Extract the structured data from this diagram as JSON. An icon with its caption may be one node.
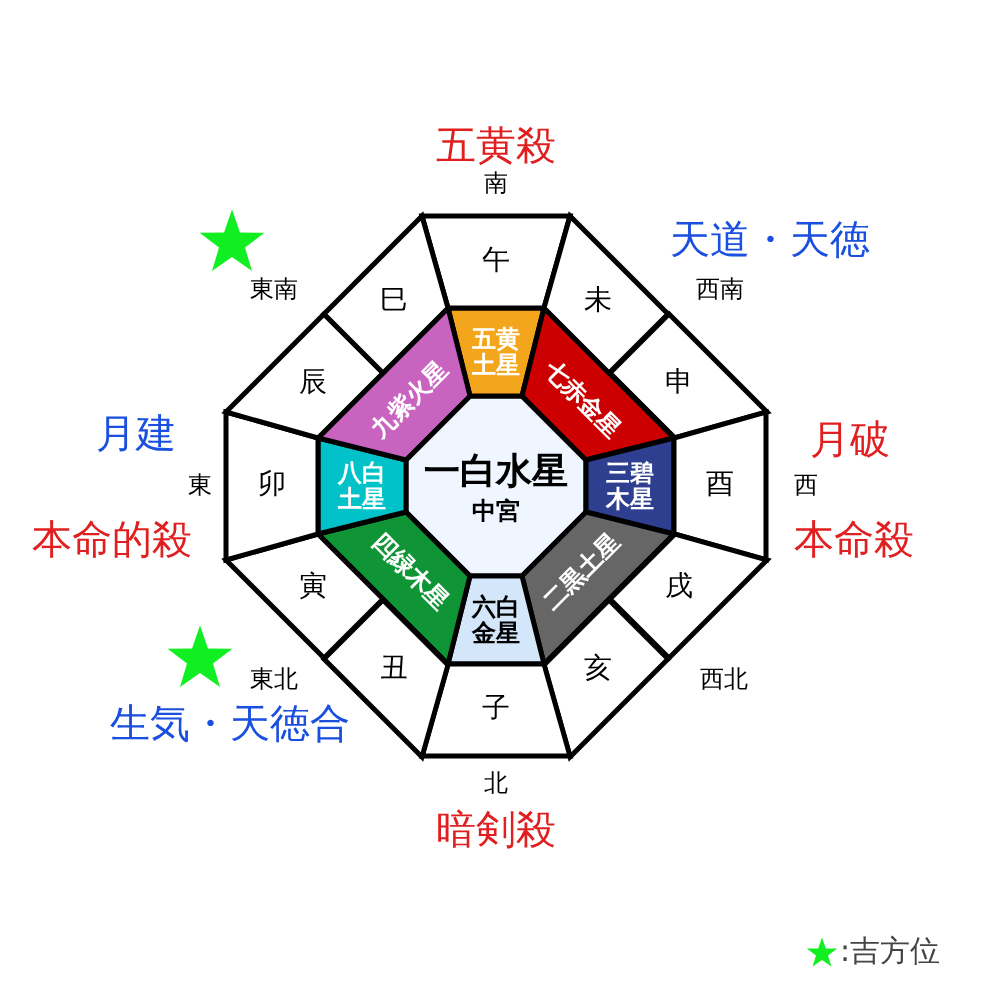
{
  "diagram": {
    "nodes": [
      {
        "text": [
          "一白水星",
          "中宮"
        ]
      },
      {
        "text": [
          "五黄土星"
        ]
      },
      {
        "text": [
          "七赤金星"
        ]
      },
      {
        "text": [
          "三碧木星"
        ]
      },
      {
        "text": [
          "二黒土星"
        ]
      },
      {
        "text": [
          "六白金星"
        ]
      },
      {
        "text": [
          "四緑木星"
        ]
      },
      {
        "text": [
          "八白土星"
        ]
      },
      {
        "text": [
          "九紫火星"
        ]
      },
      {
        "text": [
          "午"
        ]
      },
      {
        "text": [
          "未"
        ]
      },
      {
        "text": [
          "申"
        ]
      },
      {
        "text": [
          "酉"
        ]
      },
      {
        "text": [
          "戌"
        ]
      },
      {
        "text": [
          "亥"
        ]
      },
      {
        "text": [
          "子"
        ]
      },
      {
        "text": [
          "丑"
        ]
      },
      {
        "text": [
          "寅"
        ]
      },
      {
        "text": [
          "卯"
        ]
      },
      {
        "text": [
          "辰"
        ]
      },
      {
        "text": [
          "巳"
        ]
      }
    ],
    "edges": [],
    "labels": [
      "五黄殺",
      "南",
      "天道・天徳",
      "東南",
      "西南",
      "月建",
      "東",
      "本命的殺",
      "月破",
      "西",
      "本命殺",
      "東北",
      "西北",
      "生気・天徳合",
      "北",
      "暗剣殺"
    ],
    "legend": [
      {
        "text": ":吉方位"
      }
    ]
  }
}
